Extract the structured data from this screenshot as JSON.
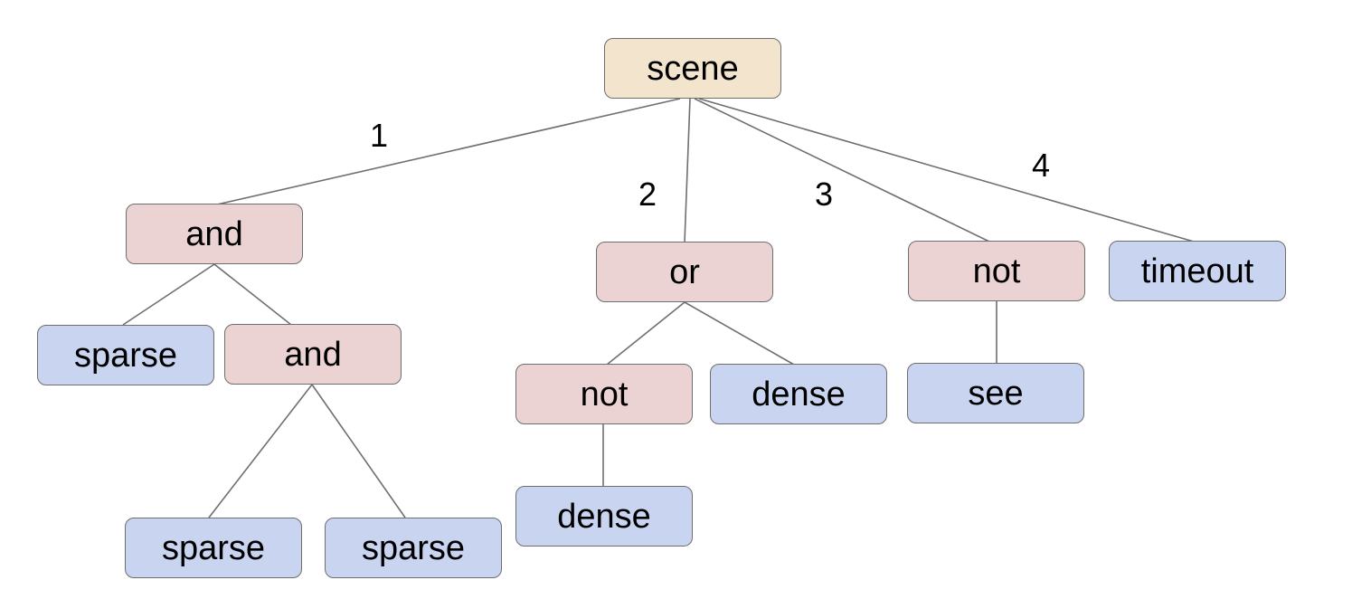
{
  "diagram": {
    "type": "tree",
    "root": "scene"
  },
  "colors": {
    "root_fill": "#f2e4cd",
    "operator_fill": "#ecd3d3",
    "leaf_fill": "#c8d4f0",
    "node_border": "#6e6e6e",
    "edge_stroke": "#6f6f6f",
    "text": "#000000",
    "background": "#ffffff"
  },
  "nodes": [
    {
      "id": "scene",
      "label": "scene",
      "type": "root"
    },
    {
      "id": "and-1",
      "label": "and",
      "type": "operator"
    },
    {
      "id": "or",
      "label": "or",
      "type": "operator"
    },
    {
      "id": "not-1",
      "label": "not",
      "type": "operator"
    },
    {
      "id": "timeout",
      "label": "timeout",
      "type": "leaf"
    },
    {
      "id": "sparse-1",
      "label": "sparse",
      "type": "leaf"
    },
    {
      "id": "and-2",
      "label": "and",
      "type": "operator"
    },
    {
      "id": "not-2",
      "label": "not",
      "type": "operator"
    },
    {
      "id": "dense-1",
      "label": "dense",
      "type": "leaf"
    },
    {
      "id": "see",
      "label": "see",
      "type": "leaf"
    },
    {
      "id": "dense-2",
      "label": "dense",
      "type": "leaf"
    },
    {
      "id": "sparse-2",
      "label": "sparse",
      "type": "leaf"
    },
    {
      "id": "sparse-3",
      "label": "sparse",
      "type": "leaf"
    }
  ],
  "edges": [
    {
      "from": "scene",
      "to": "and-1",
      "label": "1"
    },
    {
      "from": "scene",
      "to": "or",
      "label": "2"
    },
    {
      "from": "scene",
      "to": "not-1",
      "label": "3"
    },
    {
      "from": "scene",
      "to": "timeout",
      "label": "4"
    },
    {
      "from": "and-1",
      "to": "sparse-1",
      "label": ""
    },
    {
      "from": "and-1",
      "to": "and-2",
      "label": ""
    },
    {
      "from": "and-2",
      "to": "sparse-2",
      "label": ""
    },
    {
      "from": "and-2",
      "to": "sparse-3",
      "label": ""
    },
    {
      "from": "or",
      "to": "not-2",
      "label": ""
    },
    {
      "from": "or",
      "to": "dense-1",
      "label": ""
    },
    {
      "from": "not-1",
      "to": "see",
      "label": ""
    },
    {
      "from": "not-2",
      "to": "dense-2",
      "label": ""
    }
  ]
}
